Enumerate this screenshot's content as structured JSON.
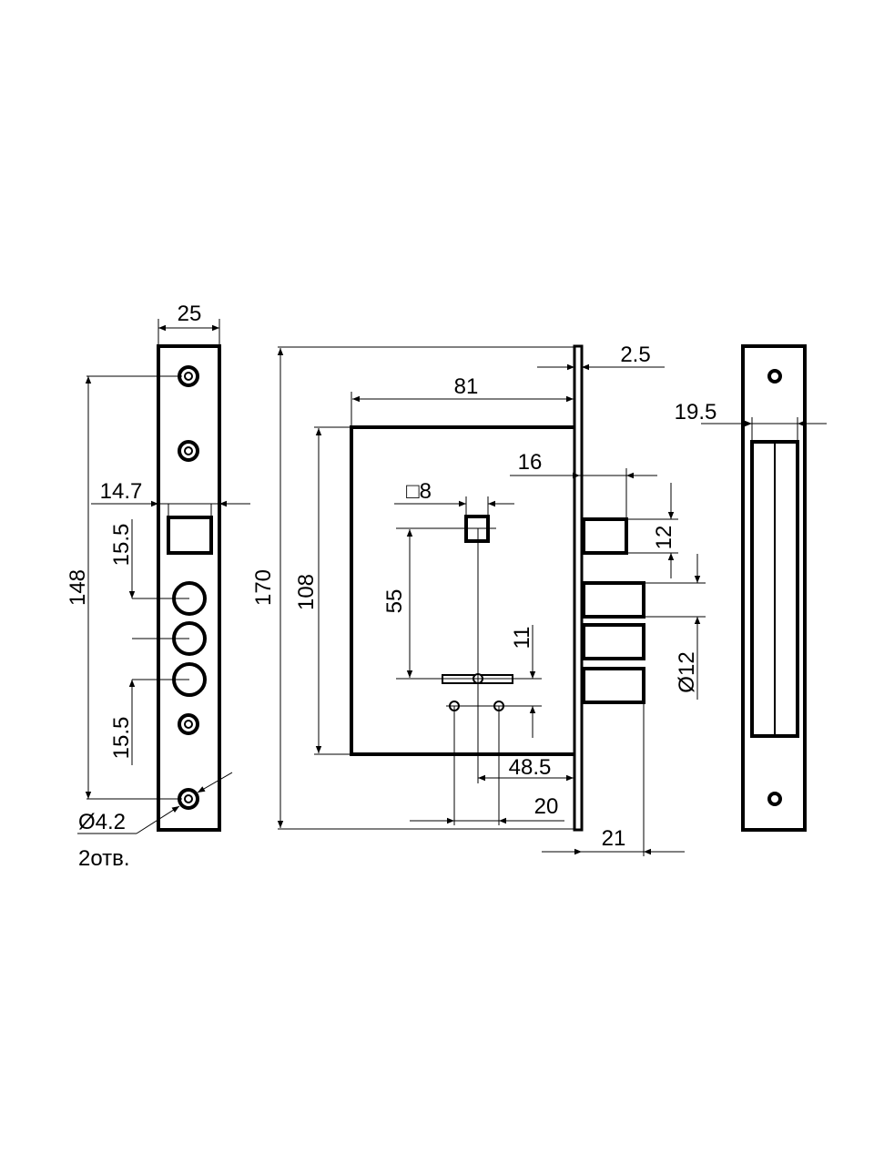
{
  "drawing": {
    "faceplate_view": {
      "width": "25",
      "hole_span": "148",
      "opening_width": "14.7",
      "pitch_top": "15.5",
      "pitch_bottom": "15.5",
      "hole_diameter": "Ø4.2",
      "hole_count": "2отв."
    },
    "side_view": {
      "total_height": "170",
      "body_height": "108",
      "body_depth": "81",
      "plate_thickness": "2.5",
      "latch_throw": "16",
      "spindle_square": "□8",
      "spindle_to_key": "55",
      "key_offset": "11",
      "backset": "48.5",
      "key_hole_spacing": "20",
      "bolt_throw": "21",
      "latch_height": "12",
      "bolt_diameter": "Ø12"
    },
    "strike_view": {
      "width": "19.5"
    }
  }
}
